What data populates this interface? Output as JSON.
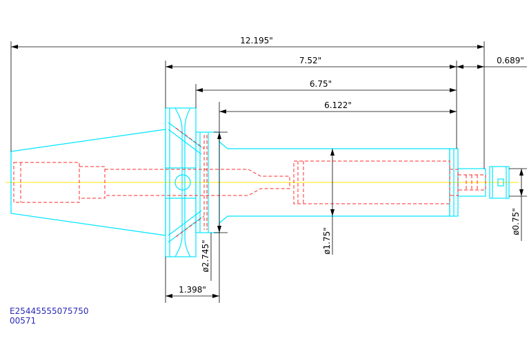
{
  "drawing": {
    "dimensions": {
      "overall_length": "12.195\"",
      "length_7_52": "7.52\"",
      "length_0_689": "0.689\"",
      "length_6_75": "6.75\"",
      "length_6_122": "6.122\"",
      "length_1_398": "1.398\"",
      "dia_2_745": "ø2.745\"",
      "dia_1_75": "ø1.75\"",
      "dia_0_75": "ø0.75\""
    },
    "part_code_line1": "E25445555075750",
    "part_code_line2": "00571",
    "colors": {
      "outline": "#00e5ff",
      "hidden": "#ff2a2a",
      "centerline": "#ffe400",
      "dimension": "#000000",
      "text_code": "#2a2ab8"
    }
  }
}
